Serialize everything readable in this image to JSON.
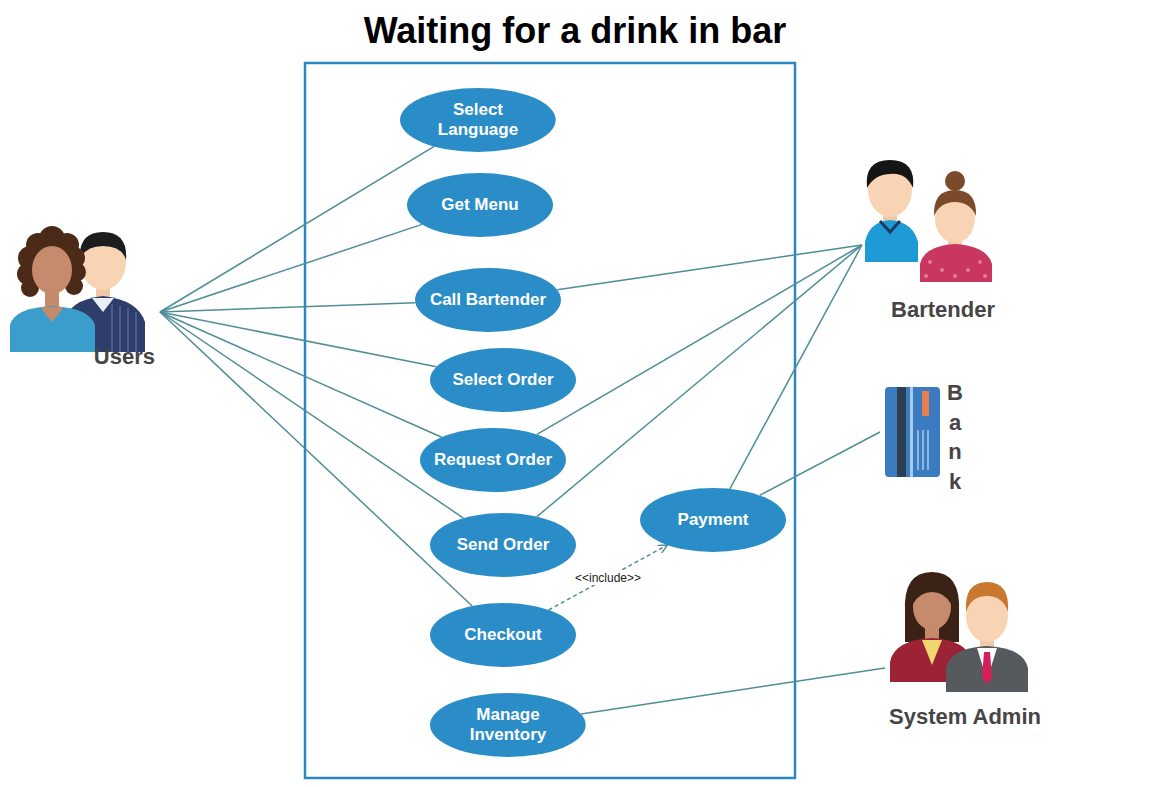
{
  "diagram": {
    "title": "Waiting for a drink in bar",
    "nodes": [
      {
        "text": [
          "Users"
        ]
      },
      {
        "text": [
          "Select Language"
        ]
      },
      {
        "text": [
          "Get Menu"
        ]
      },
      {
        "text": [
          "Call Bartender"
        ]
      },
      {
        "text": [
          "Select Order"
        ]
      },
      {
        "text": [
          "Request Order"
        ]
      },
      {
        "text": [
          "Send Order"
        ]
      },
      {
        "text": [
          "Payment"
        ]
      },
      {
        "text": [
          "Checkout"
        ]
      },
      {
        "text": [
          "Manage Inventory"
        ]
      },
      {
        "text": [
          "Bartender"
        ]
      },
      {
        "text": [
          "Bank"
        ]
      },
      {
        "text": [
          "System Admin"
        ]
      }
    ],
    "edges": [
      {
        "from": 0,
        "to": 1,
        "arrow": "none"
      },
      {
        "from": 0,
        "to": 2,
        "arrow": "none"
      },
      {
        "from": 0,
        "to": 3,
        "arrow": "none"
      },
      {
        "from": 0,
        "to": 4,
        "arrow": "none"
      },
      {
        "from": 0,
        "to": 5,
        "arrow": "none"
      },
      {
        "from": 0,
        "to": 6,
        "arrow": "none"
      },
      {
        "from": 0,
        "to": 8,
        "arrow": "none"
      },
      {
        "from": 10,
        "to": 3,
        "arrow": "none"
      },
      {
        "from": 10,
        "to": 5,
        "arrow": "none"
      },
      {
        "from": 10,
        "to": 6,
        "arrow": "none"
      },
      {
        "from": 10,
        "to": 7,
        "arrow": "none"
      },
      {
        "from": 11,
        "to": 7,
        "arrow": "none"
      },
      {
        "from": 12,
        "to": 9,
        "arrow": "none"
      },
      {
        "from": 8,
        "to": 7,
        "label": "<<include>>",
        "arrow": "to"
      }
    ]
  }
}
